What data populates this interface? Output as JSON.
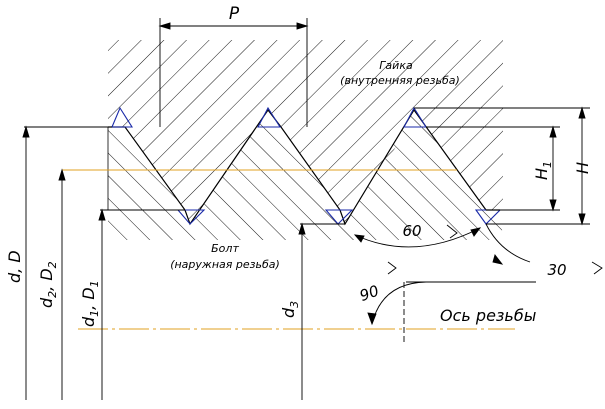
{
  "labels": {
    "pitch": "P",
    "nut_title": "Гайка",
    "nut_subtitle": "(внутренняя резьба)",
    "bolt_title": "Болт",
    "bolt_subtitle": "(наружная резьба)",
    "axis": "Ось резьбы",
    "d_main": "d, D",
    "d2_base": "d",
    "d2_sub": "2",
    "d2_sep": ", D",
    "D2_sub": "2",
    "d1_base": "d",
    "d1_sub": "1",
    "d1_sep": ", D",
    "D1_sub": "1",
    "d3_base": "d",
    "d3_sub": "3",
    "H1_base": "H",
    "H1_sub": "1",
    "H": "H",
    "angle_60": "60",
    "angle_30": "30",
    "angle_90": "90"
  },
  "colors": {
    "outline": "#000000",
    "hatch": "#000000",
    "profile": "#1a2aa8",
    "pitch_line": "#e0a020",
    "axis_line": "#e0a020"
  }
}
